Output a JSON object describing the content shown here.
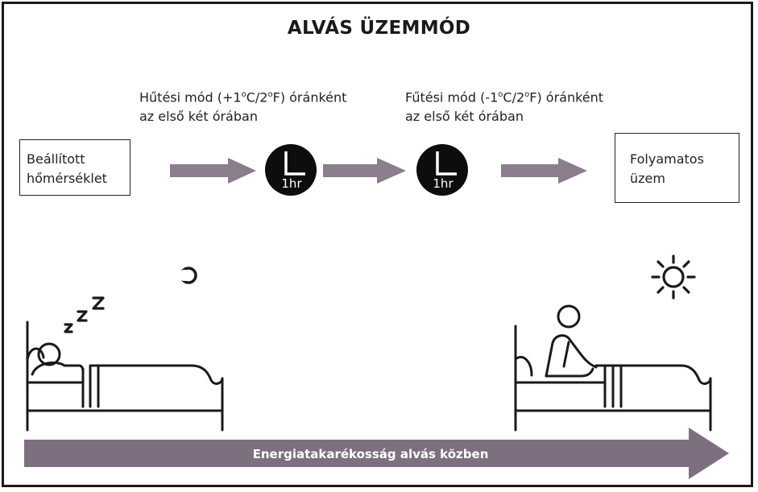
{
  "diagram": {
    "title": "ALVÁS ÜZEMMÓD",
    "cooling_mode": {
      "line1_prefix": "Hűtési mód (+1",
      "line1_unit_c": "C/2",
      "line1_suffix": "F) óránként",
      "line2": "az első két órában"
    },
    "heating_mode": {
      "line1_prefix": "Fűtési mód (-1",
      "line1_unit_c": "C/2",
      "line1_suffix": "F) óránként",
      "line2": "az első két órában"
    },
    "start_box": {
      "line1": "Beállított",
      "line2": "hőmérséklet"
    },
    "end_box": {
      "line1": "Folyamatos",
      "line2": "üzem"
    },
    "timer_1": {
      "label": "1hr"
    },
    "timer_2": {
      "label": "1hr"
    },
    "degree_symbol": "o",
    "banner": {
      "label": "Energiatakarékosság alvás közben"
    },
    "colors": {
      "arrow": "#8a7d8c",
      "banner": "#7d6f80",
      "timer": "#0d0d0d",
      "line": "#1a1a1a"
    },
    "icons": [
      "clock-icon",
      "moon-icon",
      "sun-icon",
      "sleeping-person-icon",
      "sitting-person-icon",
      "snore-icon"
    ]
  }
}
